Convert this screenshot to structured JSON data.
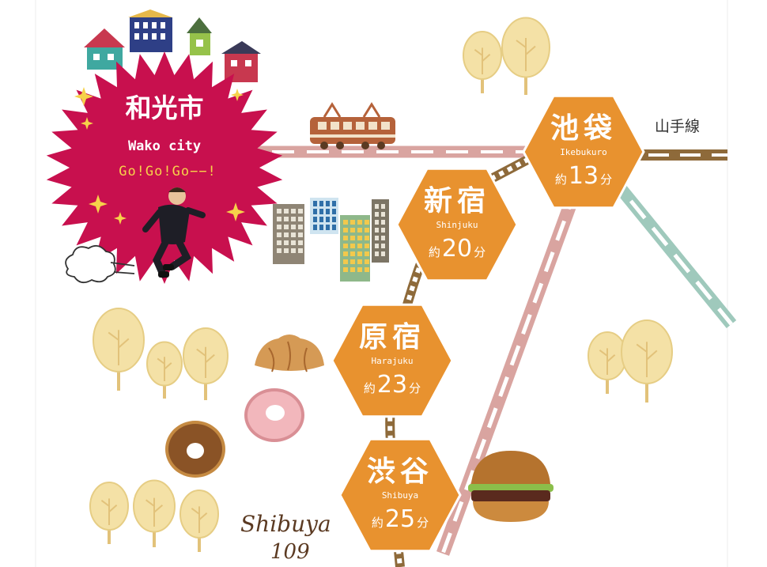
{
  "brand": {
    "title": "和光市",
    "subtitle": "Wako city",
    "slogan": "Go!Go!Go−−!"
  },
  "line_label": "山手線",
  "shibuya109": {
    "line1": "Shibuya",
    "line2": "109"
  },
  "stations": [
    {
      "id": "ikebukuro",
      "kanji": "池袋",
      "roma": "Ikebukuro",
      "prefix": "約",
      "minutes": "13",
      "unit": "分"
    },
    {
      "id": "shinjuku",
      "kanji": "新宿",
      "roma": "Shinjuku",
      "prefix": "約",
      "minutes": "20",
      "unit": "分"
    },
    {
      "id": "harajuku",
      "kanji": "原宿",
      "roma": "Harajuku",
      "prefix": "約",
      "minutes": "23",
      "unit": "分"
    },
    {
      "id": "shibuya",
      "kanji": "渋谷",
      "roma": "Shibuya",
      "prefix": "約",
      "minutes": "25",
      "unit": "分"
    }
  ],
  "colors": {
    "hex": "#E8922F",
    "badge": "#C8104E",
    "brown_line": "#8E6A3A",
    "pink_line": "#D9A4A0",
    "teal_line": "#9FC9BC",
    "tree": "#F4E1A6"
  }
}
